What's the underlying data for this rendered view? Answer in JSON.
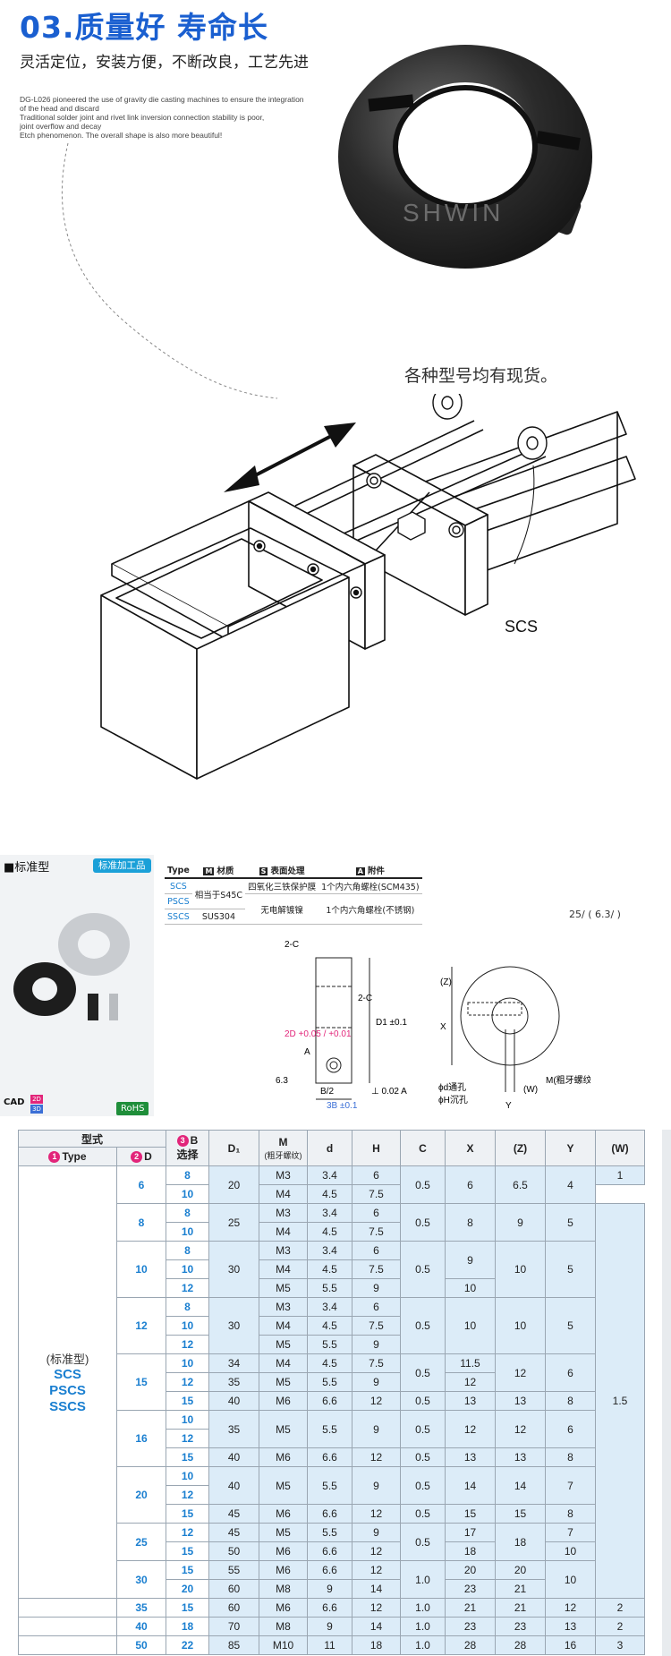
{
  "hero": {
    "title": "03.质量好 寿命长",
    "subtitle": "灵活定位，安装方便，不断改良，工艺先进",
    "description": [
      "DG-L026 pioneered the use of gravity die casting machines to ensure the integration",
      "of the head and discard",
      "Traditional solder joint and rivet link inversion connection stability is poor,",
      "joint overflow and decay",
      "Etch phenomenon. The overall shape is also more beautiful!"
    ],
    "watermark": "SHWIN",
    "stock_note": "各种型号均有现货。"
  },
  "diagram": {
    "callout": "SCS"
  },
  "spec": {
    "standard_label": "■标准型",
    "processing_badge": "标准加工品",
    "cad_label": "CAD",
    "cad_dims": [
      "2D",
      "3D"
    ],
    "rohs": "RoHS",
    "material_table": {
      "headers": {
        "type": "Type",
        "material_key": "M",
        "material": "材质",
        "surface_key": "S",
        "surface": "表面处理",
        "accessory_key": "A",
        "accessory": "附件"
      },
      "rows": [
        {
          "type": "SCS",
          "material": "相当于S45C",
          "surface": "四氧化三铁保护膜",
          "accessory": "1个内六角螺栓(SCM435)"
        },
        {
          "type": "PSCS",
          "material": "",
          "surface": "无电解镀镍",
          "accessory": ""
        },
        {
          "type": "SSCS",
          "material": "SUS304",
          "surface": "—",
          "accessory": "1个内六角螺栓(不锈钢)"
        }
      ]
    },
    "roughness": "25∕ ( 6.3∕ )",
    "drawing_labels": {
      "chamfer_top": "2-C",
      "chamfer_right": "2-C",
      "d_tol": "2D +0.05 / +0.01",
      "D1_tol": "D1 ±0.1",
      "half_b": "B/2",
      "perp": "⊥ 0.02 A",
      "datum": "A",
      "b_tol": "3B ±0.1",
      "rough1": "6.3",
      "z": "(Z)",
      "x": "X",
      "y": "Y",
      "w": "(W)",
      "thread": "M(粗牙螺纹)",
      "hole1": "ϕd通孔",
      "hole2": "ϕH沉孔"
    }
  },
  "table": {
    "head": {
      "model": "型式",
      "type_num": "1",
      "type": "Type",
      "d_num": "2",
      "d": "D",
      "b_num": "3",
      "b": "B",
      "b_select": "选择",
      "D1": "D₁",
      "M": "M",
      "M_sub": "(粗牙螺纹)",
      "dd": "d",
      "H": "H",
      "C": "C",
      "X": "X",
      "Z": "(Z)",
      "Y": "Y",
      "W": "(W)"
    },
    "type_label": "(标准型)",
    "type_codes": [
      "SCS",
      "PSCS",
      "SSCS"
    ],
    "rows": [
      {
        "D": "6",
        "B": "8",
        "D1": "20",
        "M": "M3",
        "d": "3.4",
        "H": "6",
        "C": "0.5",
        "X": "6",
        "Z": "6.5",
        "Y": "4",
        "W": "1"
      },
      {
        "D": "",
        "B": "10",
        "D1": "",
        "M": "M4",
        "d": "4.5",
        "H": "7.5",
        "C": "",
        "X": "",
        "Z": "",
        "Y": "",
        "W": ""
      },
      {
        "D": "8",
        "B": "8",
        "D1": "25",
        "M": "M3",
        "d": "3.4",
        "H": "6",
        "C": "0.5",
        "X": "8",
        "Z": "9",
        "Y": "5",
        "W": "1.5"
      },
      {
        "D": "",
        "B": "10",
        "D1": "",
        "M": "M4",
        "d": "4.5",
        "H": "7.5",
        "C": "",
        "X": "",
        "Z": "",
        "Y": "",
        "W": ""
      },
      {
        "D": "10",
        "B": "8",
        "D1": "30",
        "M": "M3",
        "d": "3.4",
        "H": "6",
        "C": "0.5",
        "X": "9",
        "Z": "10",
        "Y": "5",
        "W": ""
      },
      {
        "D": "",
        "B": "10",
        "D1": "",
        "M": "M4",
        "d": "4.5",
        "H": "7.5",
        "C": "",
        "X": "",
        "Z": "",
        "Y": "",
        "W": ""
      },
      {
        "D": "",
        "B": "12",
        "D1": "",
        "M": "M5",
        "d": "5.5",
        "H": "9",
        "C": "",
        "X": "10",
        "Z": "",
        "Y": "",
        "W": ""
      },
      {
        "D": "12",
        "B": "8",
        "D1": "30",
        "M": "M3",
        "d": "3.4",
        "H": "6",
        "C": "0.5",
        "X": "10",
        "Z": "10",
        "Y": "5",
        "W": ""
      },
      {
        "D": "",
        "B": "10",
        "D1": "",
        "M": "M4",
        "d": "4.5",
        "H": "7.5",
        "C": "",
        "X": "",
        "Z": "",
        "Y": "",
        "W": ""
      },
      {
        "D": "",
        "B": "12",
        "D1": "",
        "M": "M5",
        "d": "5.5",
        "H": "9",
        "C": "",
        "X": "",
        "Z": "",
        "Y": "",
        "W": ""
      },
      {
        "D": "15",
        "B": "10",
        "D1": "34",
        "M": "M4",
        "d": "4.5",
        "H": "7.5",
        "C": "0.5",
        "X": "11.5",
        "Z": "12",
        "Y": "6",
        "W": ""
      },
      {
        "D": "",
        "B": "12",
        "D1": "35",
        "M": "M5",
        "d": "5.5",
        "H": "9",
        "C": "",
        "X": "12",
        "Z": "",
        "Y": "",
        "W": ""
      },
      {
        "D": "",
        "B": "15",
        "D1": "40",
        "M": "M6",
        "d": "6.6",
        "H": "12",
        "C": "0.5",
        "X": "13",
        "Z": "13",
        "Y": "8",
        "W": ""
      },
      {
        "D": "16",
        "B": "10",
        "D1": "35",
        "M": "M5",
        "d": "5.5",
        "H": "9",
        "C": "0.5",
        "X": "12",
        "Z": "12",
        "Y": "6",
        "W": ""
      },
      {
        "D": "",
        "B": "12",
        "D1": "",
        "M": "",
        "d": "",
        "H": "",
        "C": "",
        "X": "",
        "Z": "",
        "Y": "",
        "W": ""
      },
      {
        "D": "",
        "B": "15",
        "D1": "40",
        "M": "M6",
        "d": "6.6",
        "H": "12",
        "C": "0.5",
        "X": "13",
        "Z": "13",
        "Y": "8",
        "W": ""
      },
      {
        "D": "20",
        "B": "10",
        "D1": "40",
        "M": "M5",
        "d": "5.5",
        "H": "9",
        "C": "0.5",
        "X": "14",
        "Z": "14",
        "Y": "7",
        "W": ""
      },
      {
        "D": "",
        "B": "12",
        "D1": "",
        "M": "",
        "d": "",
        "H": "",
        "C": "",
        "X": "",
        "Z": "",
        "Y": "",
        "W": ""
      },
      {
        "D": "",
        "B": "15",
        "D1": "45",
        "M": "M6",
        "d": "6.6",
        "H": "12",
        "C": "0.5",
        "X": "15",
        "Z": "15",
        "Y": "8",
        "W": ""
      },
      {
        "D": "25",
        "B": "12",
        "D1": "45",
        "M": "M5",
        "d": "5.5",
        "H": "9",
        "C": "0.5",
        "X": "17",
        "Z": "18",
        "Y": "7",
        "W": ""
      },
      {
        "D": "",
        "B": "15",
        "D1": "50",
        "M": "M6",
        "d": "6.6",
        "H": "12",
        "C": "",
        "X": "18",
        "Z": "",
        "Y": "10",
        "W": ""
      },
      {
        "D": "30",
        "B": "15",
        "D1": "55",
        "M": "M6",
        "d": "6.6",
        "H": "12",
        "C": "1.0",
        "X": "20",
        "Z": "20",
        "Y": "10",
        "W": ""
      },
      {
        "D": "",
        "B": "20",
        "D1": "60",
        "M": "M8",
        "d": "9",
        "H": "14",
        "C": "",
        "X": "23",
        "Z": "21",
        "Y": "",
        "W": ""
      },
      {
        "D": "35",
        "B": "15",
        "D1": "60",
        "M": "M6",
        "d": "6.6",
        "H": "12",
        "C": "1.0",
        "X": "21",
        "Z": "21",
        "Y": "12",
        "W": "2"
      },
      {
        "D": "40",
        "B": "18",
        "D1": "70",
        "M": "M8",
        "d": "9",
        "H": "14",
        "C": "1.0",
        "X": "23",
        "Z": "23",
        "Y": "13",
        "W": "2"
      },
      {
        "D": "50",
        "B": "22",
        "D1": "85",
        "M": "M10",
        "d": "11",
        "H": "18",
        "C": "1.0",
        "X": "28",
        "Z": "28",
        "Y": "16",
        "W": "3"
      }
    ]
  }
}
